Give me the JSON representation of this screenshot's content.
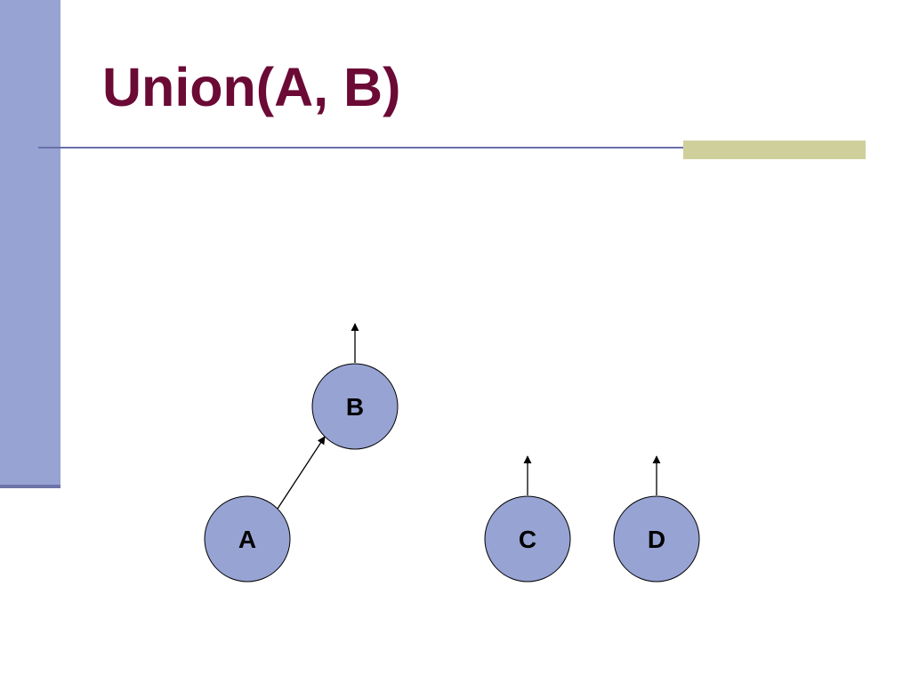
{
  "slide": {
    "title": "Union(A, B)"
  },
  "diagram": {
    "nodes": [
      {
        "id": "A",
        "label": "A"
      },
      {
        "id": "B",
        "label": "B"
      },
      {
        "id": "C",
        "label": "C"
      },
      {
        "id": "D",
        "label": "D"
      }
    ],
    "edges": [
      {
        "from": "A",
        "to": "B"
      },
      {
        "from": "B",
        "to": "root"
      },
      {
        "from": "C",
        "to": "root"
      },
      {
        "from": "D",
        "to": "root"
      }
    ]
  },
  "colors": {
    "node_fill": "#97a3d3",
    "title": "#6b0a35",
    "sidebar": "#97a3d3",
    "rule": "#6a6fa8",
    "accent": "#cfcf9c"
  }
}
